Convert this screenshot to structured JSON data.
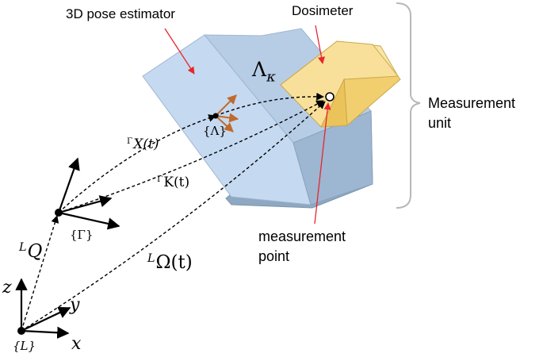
{
  "labels": {
    "pose_estimator": "3D pose estimator",
    "dosimeter": "Dosimeter",
    "measurement_unit_line1": "Measurement",
    "measurement_unit_line2": "unit",
    "measurement_point_line1": "measurement",
    "measurement_point_line2": "point",
    "lambda_symbol": "Λ",
    "kappa_subscript": "κ",
    "frame_lambda": "{Λ}",
    "frame_gamma": "{Γ}",
    "frame_l": "{L}",
    "gx_pre": "Γ",
    "gx_body": "X(t)",
    "gk_pre": "Γ",
    "gk_body": "K(t)",
    "lq_pre": "L",
    "lq_body": "Q",
    "lomega_pre": "L",
    "lomega_body": "Ω(t)",
    "axis_z": "z",
    "axis_y": "y",
    "axis_x": "x"
  },
  "colors": {
    "estimator_front": "#c5daf0",
    "estimator_top": "#b7cde6",
    "estimator_right": "#a9c2df",
    "estimator_bottom": "#8ea8c2",
    "dosimeter_front": "#f9e09a",
    "dosimeter_top": "#fbe6a8",
    "dosimeter_right": "#f1cf6f",
    "annotation_arrow": "#e8262d",
    "frame_arrow": "#c06a2c",
    "brace": "#b8b8b8"
  }
}
